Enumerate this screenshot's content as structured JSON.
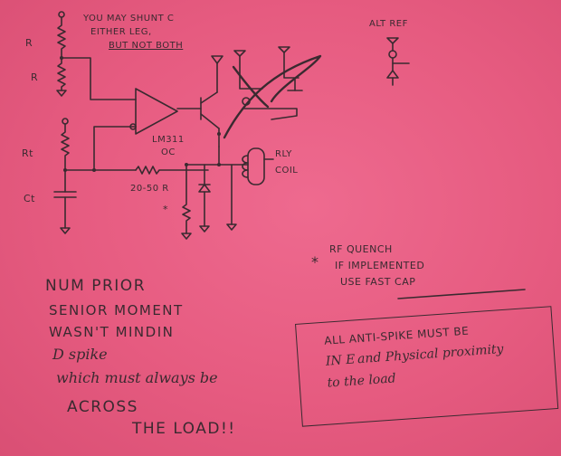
{
  "labels": {
    "shunt_note_1": "YOU MAY SHUNT C",
    "shunt_note_2": "EITHER LEG,",
    "shunt_note_3": "BUT NOT BOTH",
    "alt_ref": "ALT REF",
    "r_top": "R",
    "r_bottom": "R",
    "rt": "Rt",
    "ct": "Ct",
    "comparator_1": "LM311",
    "comparator_2": "OC",
    "rly_1": "RLY",
    "rly_2": "COIL",
    "resistor_range": "20-50 R",
    "asterisk": "*"
  },
  "rf_note": {
    "star": "*",
    "line1": "RF QUENCH",
    "line2": "IF IMPLEMENTED",
    "line3": "USE FAST CAP"
  },
  "left_note": {
    "line1": "NUM PRIOR",
    "line2": "SENIOR MOMENT",
    "line3": "WASN'T MINDIN",
    "line4": "D spike",
    "line5": "which must always be",
    "line6": "ACROSS",
    "line7": "THE LOAD!!"
  },
  "box_note": {
    "line1": "ALL ANTI-SPIKE MUST BE",
    "line2": "IN E and Physical proximity",
    "line3": "to the load"
  }
}
